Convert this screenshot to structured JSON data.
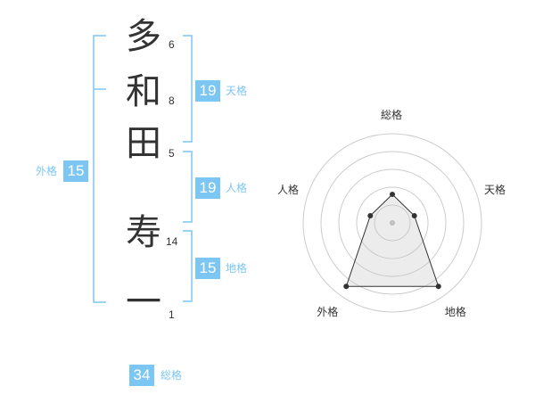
{
  "name": {
    "characters": [
      {
        "char": "多",
        "strokes": "6"
      },
      {
        "char": "和",
        "strokes": "8"
      },
      {
        "char": "田",
        "strokes": "5"
      },
      {
        "char": "寿",
        "strokes": "14"
      },
      {
        "char": "一",
        "strokes": "1"
      }
    ]
  },
  "kakusu": {
    "tenkaku": {
      "value": "19",
      "label": "天格"
    },
    "jinkaku": {
      "value": "19",
      "label": "人格"
    },
    "chikaku": {
      "value": "15",
      "label": "地格"
    },
    "gaikaku": {
      "value": "15",
      "label": "外格"
    },
    "soukaku": {
      "value": "34",
      "label": "総格"
    }
  },
  "colors": {
    "accent": "#7cc6f4",
    "text": "#333333",
    "grid": "#cccccc"
  },
  "chart_data": {
    "type": "radar",
    "axes": [
      "総格",
      "天格",
      "地格",
      "外格",
      "人格"
    ],
    "values": [
      0.32,
      0.26,
      0.88,
      0.88,
      0.26
    ],
    "range": [
      0,
      1
    ],
    "rings": 5
  }
}
